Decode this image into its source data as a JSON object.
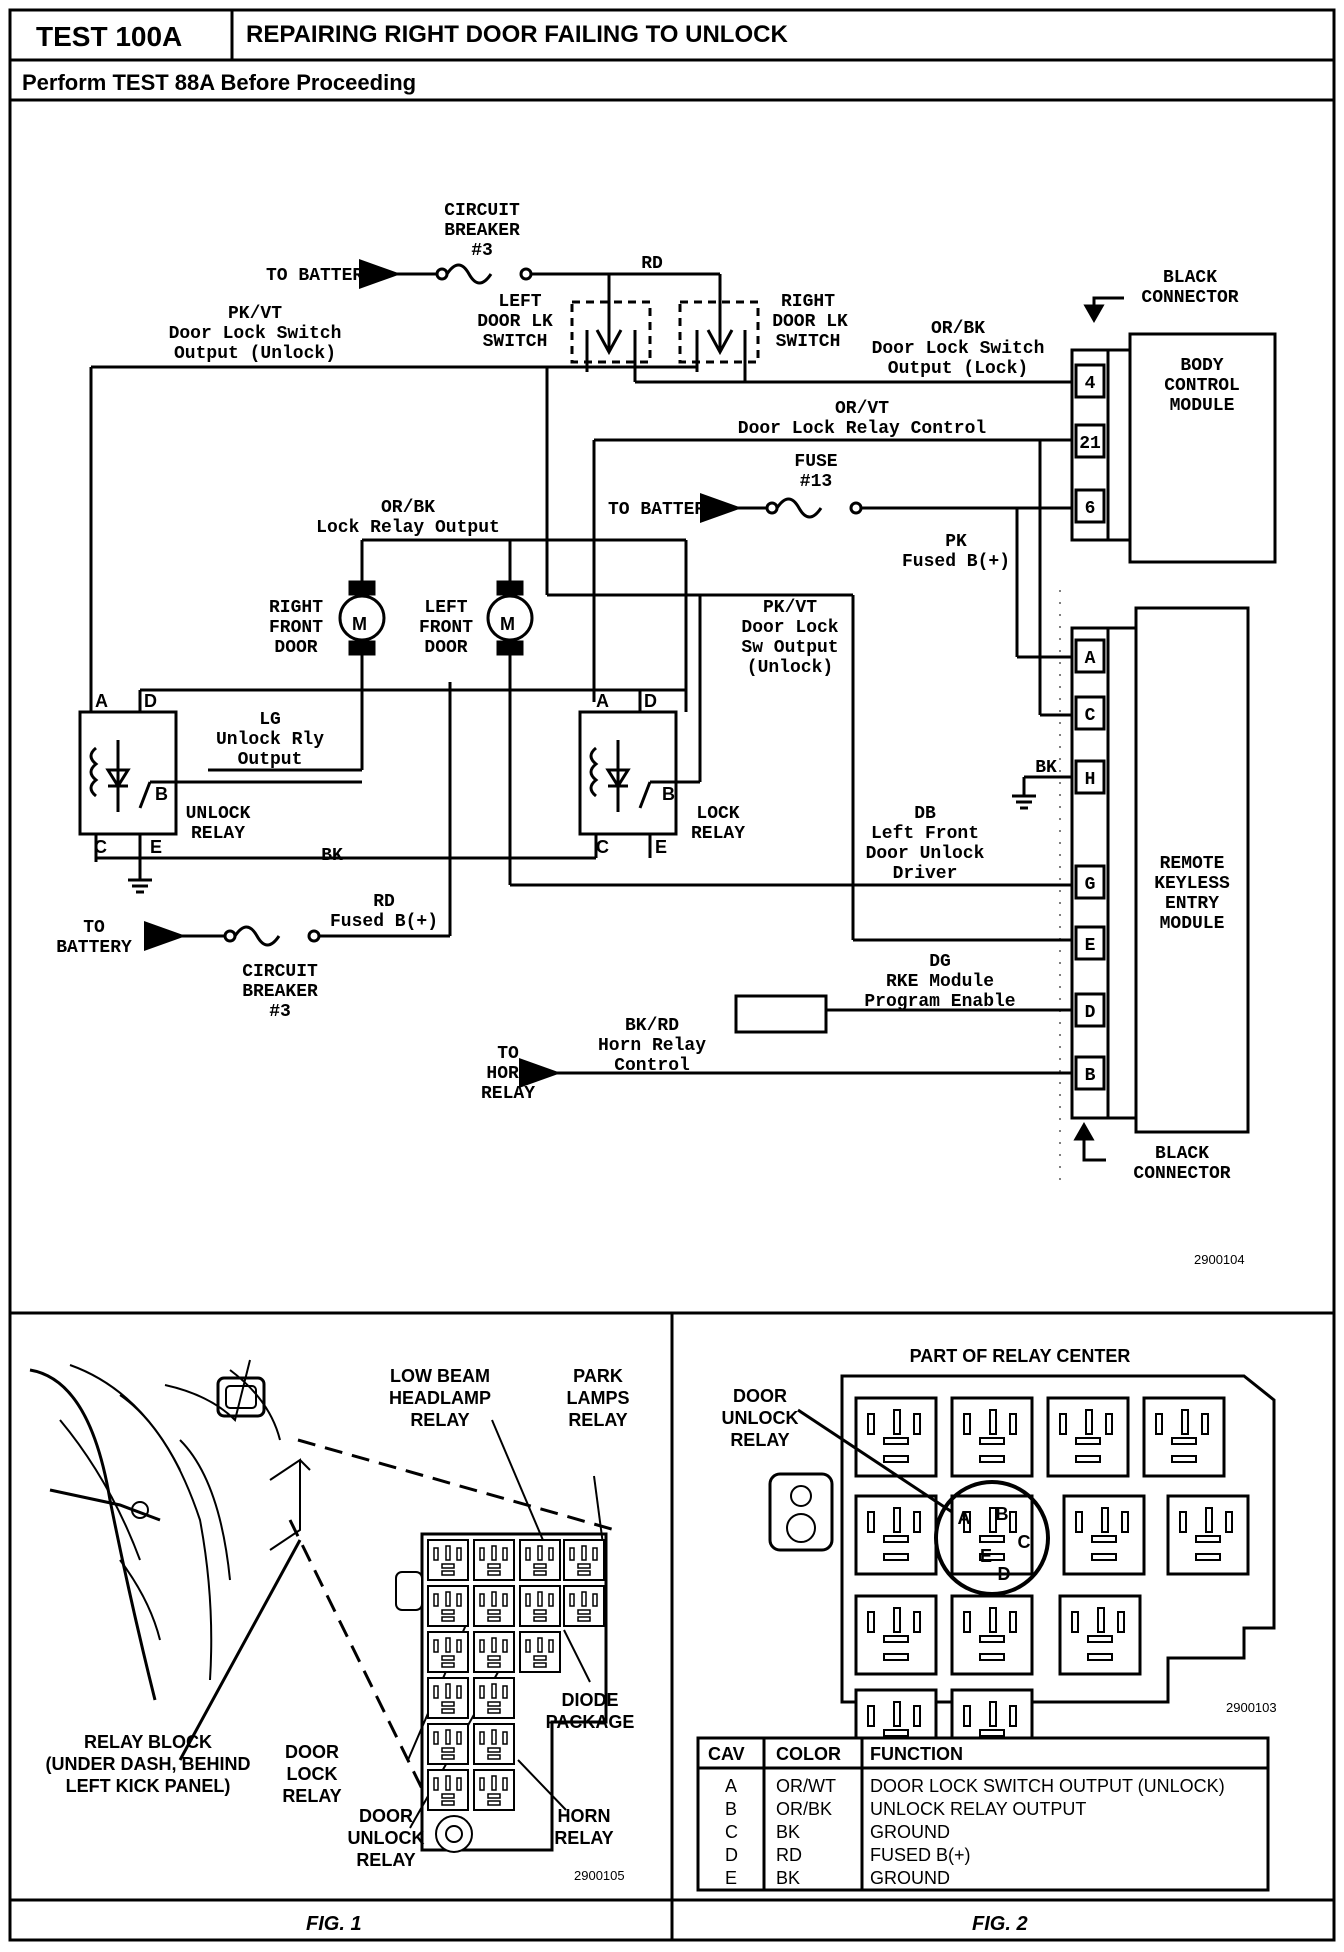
{
  "header": {
    "test_id": "TEST 100A",
    "title": "REPAIRING RIGHT DOOR FAILING TO UNLOCK",
    "subtitle": "Perform TEST 88A Before Proceeding"
  },
  "schematic": {
    "circuit_breaker_top": [
      "CIRCUIT",
      "BREAKER",
      "#3"
    ],
    "to_battery_top": "TO BATTERY",
    "rd_top": "RD",
    "left_switch": [
      "LEFT",
      "DOOR LK",
      "SWITCH"
    ],
    "right_switch": [
      "RIGHT",
      "DOOR LK",
      "SWITCH"
    ],
    "pkvt_top": [
      "PK/VT",
      "Door Lock Switch",
      "Output (Unlock)"
    ],
    "orbk_top": [
      "OR/BK",
      "Door Lock Switch",
      "Output (Lock)"
    ],
    "black_connector_top": [
      "BLACK",
      "CONNECTOR"
    ],
    "bcm": [
      "BODY",
      "CONTROL",
      "MODULE"
    ],
    "bcm_pins": [
      "4",
      "21",
      "6"
    ],
    "orvt": [
      "OR/VT",
      "Door Lock Relay Control"
    ],
    "fuse": [
      "FUSE",
      "#13"
    ],
    "to_battery_mid": "TO BATTERY",
    "pk_fused": [
      "PK",
      "Fused B(+)"
    ],
    "orbk_lock": [
      "OR/BK",
      "Lock Relay Output"
    ],
    "right_front_door": [
      "RIGHT",
      "FRONT",
      "DOOR"
    ],
    "left_front_door": [
      "LEFT",
      "FRONT",
      "DOOR"
    ],
    "motor_letter": "M",
    "pkvt_mid": [
      "PK/VT",
      "Door Lock",
      "Sw Output",
      "(Unlock)"
    ],
    "lg": [
      "LG",
      "Unlock Rly",
      "Output"
    ],
    "unlock_relay": [
      "UNLOCK",
      "RELAY"
    ],
    "lock_relay": [
      "LOCK",
      "RELAY"
    ],
    "relay_pins": [
      "A",
      "D",
      "B",
      "C",
      "E"
    ],
    "bk_mid": "BK",
    "rd_fused": [
      "RD",
      "Fused B(+)"
    ],
    "to_battery_low": [
      "TO",
      "BATTERY"
    ],
    "circuit_breaker_low": [
      "CIRCUIT",
      "BREAKER",
      "#3"
    ],
    "rke_pins": [
      "A",
      "C",
      "H",
      "G",
      "E",
      "D",
      "B"
    ],
    "bk_h": "BK",
    "db": [
      "DB",
      "Left Front",
      "Door Unlock",
      "Driver"
    ],
    "dg": [
      "DG",
      "RKE Module",
      "Program Enable"
    ],
    "bkrd": [
      "BK/RD",
      "Horn Relay",
      "Control"
    ],
    "to_horn": [
      "TO",
      "HORN",
      "RELAY"
    ],
    "rke": [
      "REMOTE",
      "KEYLESS",
      "ENTRY",
      "MODULE"
    ],
    "black_connector_low": [
      "BLACK",
      "CONNECTOR"
    ],
    "ref": "2900104"
  },
  "fig1": {
    "low_beam": [
      "LOW BEAM",
      "HEADLAMP",
      "RELAY"
    ],
    "park_lamps": [
      "PARK",
      "LAMPS",
      "RELAY"
    ],
    "relay_block": [
      "RELAY BLOCK",
      "(UNDER DASH, BEHIND",
      "LEFT KICK PANEL)"
    ],
    "door_lock": [
      "DOOR",
      "LOCK",
      "RELAY"
    ],
    "door_unlock": [
      "DOOR",
      "UNLOCK",
      "RELAY"
    ],
    "diode": [
      "DIODE",
      "PACKAGE"
    ],
    "horn": [
      "HORN",
      "RELAY"
    ],
    "ref": "2900105",
    "caption": "FIG. 1"
  },
  "fig2": {
    "title": "PART OF RELAY CENTER",
    "door_unlock": [
      "DOOR",
      "UNLOCK",
      "RELAY"
    ],
    "cavity_letters": [
      "A",
      "B",
      "C",
      "E",
      "D"
    ],
    "ref": "2900103",
    "table": {
      "headers": [
        "CAV",
        "COLOR",
        "FUNCTION"
      ],
      "rows": [
        [
          "A",
          "OR/WT",
          "DOOR LOCK SWITCH OUTPUT (UNLOCK)"
        ],
        [
          "B",
          "OR/BK",
          "UNLOCK RELAY OUTPUT"
        ],
        [
          "C",
          "BK",
          "GROUND"
        ],
        [
          "D",
          "RD",
          "FUSED B(+)"
        ],
        [
          "E",
          "BK",
          "GROUND"
        ]
      ]
    },
    "caption": "FIG. 2"
  }
}
